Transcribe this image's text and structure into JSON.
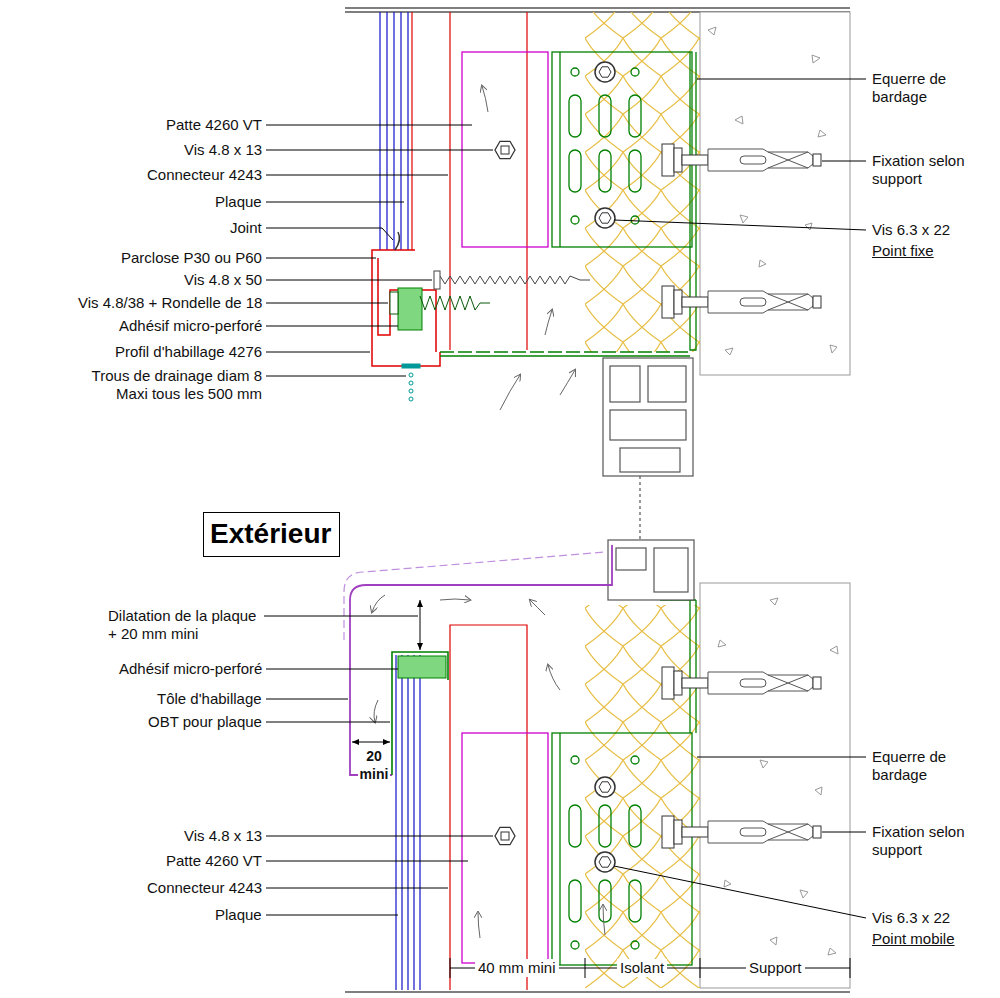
{
  "diagram": {
    "nodes": [
      {
        "text": [
          "Extérieur"
        ]
      }
    ],
    "labels": [
      "Patte 4260 VT",
      "Vis 4.8 x 13",
      "Connecteur 4243",
      "Plaque",
      "Joint",
      "Parclose P30 ou P60",
      "Vis 4.8 x 50",
      "Vis 4.8/38 + Rondelle de 18",
      "Adhésif micro-perforé",
      "Profil d'habillage 4276",
      "Trous de drainage diam 8 Maxi tous les 500 mm",
      "Equerre de bardage",
      "Fixation selon support",
      "Vis 6.3 x 22",
      "Point fixe",
      "Dilatation de la plaque + 20 mm mini",
      "Adhésif micro-perforé",
      "Tôle d'habillage",
      "OBT pour plaque",
      "20 mini",
      "Vis 4.8 x 13",
      "Patte 4260 VT",
      "Connecteur 4243",
      "Plaque",
      "Equerre de bardage",
      "Fixation selon support",
      "Vis 6.3 x 22",
      "Point mobile",
      "40 mm mini",
      "Isolant",
      "Support"
    ]
  }
}
